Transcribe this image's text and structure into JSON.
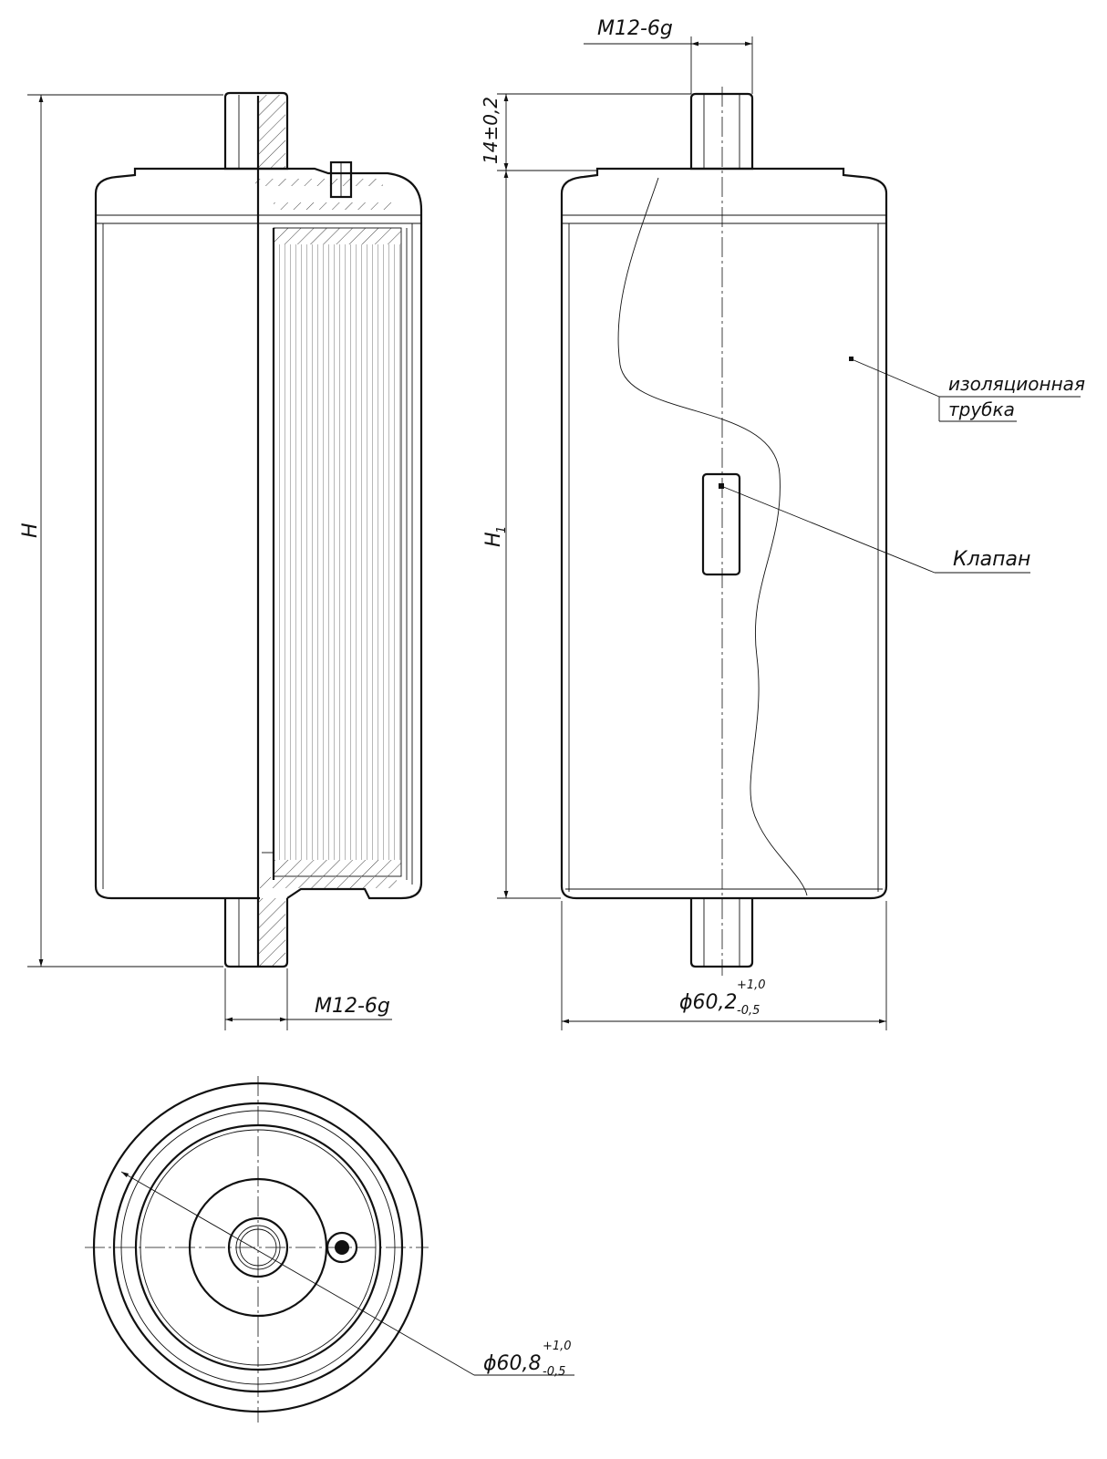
{
  "drawing": {
    "thread_top": "M12-6g",
    "thread_bottom": "M12-6g",
    "dim_terminal_height": "14±0,2",
    "dim_total_height": "H",
    "dim_body_height": "H",
    "dim_body_height_sub": "1",
    "dim_body_diameter_base": "ϕ60,2",
    "dim_body_diameter_plus": "+1,0",
    "dim_body_diameter_minus": "-0,5",
    "dim_cap_diameter_base": "ϕ60,8",
    "dim_cap_diameter_plus": "+1,0",
    "dim_cap_diameter_minus": "-0,5",
    "label_insulation_line1": "изоляционная",
    "label_insulation_line2": "трубка",
    "label_valve": "Клапан"
  }
}
